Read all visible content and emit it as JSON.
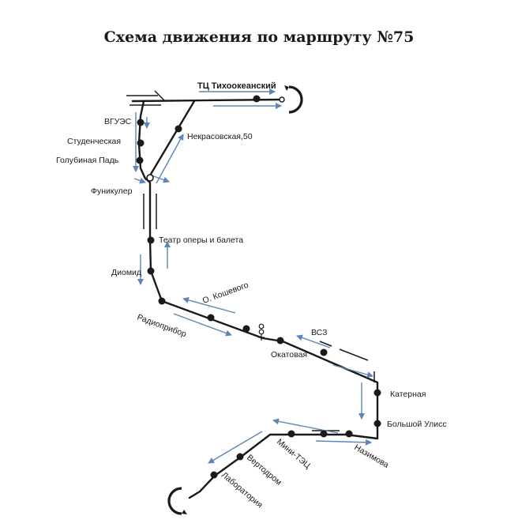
{
  "title": "Схема движения по маршруту №75",
  "route_color": "#1a1a1a",
  "arrow_color": "#5b86b5",
  "stops": {
    "tikhookeansky": "ТЦ Тихоокеанский",
    "vguez": "ВГУЭС",
    "studencheskaya": "Студенческая",
    "golubinaya": "Голубиная Падь",
    "nekrasovskaya": "Некрасовская,50",
    "funikuler": "Фуникулер",
    "teatr": "Театр оперы и балета",
    "diomid": "Диомид",
    "koshevogo": "О. Кошевого",
    "radiopribor": "Радиоприбор",
    "vsz": "ВСЗ",
    "okatovaya": "Окатовая",
    "katernaya": "Катерная",
    "bolshoy_uliss": "Большой Улисс",
    "mini_tec": "Мини-ТЭЦ",
    "nazimova": "Назимова",
    "vertodrom": "Вертодром",
    "laboratoriya": "Лаборатория"
  }
}
